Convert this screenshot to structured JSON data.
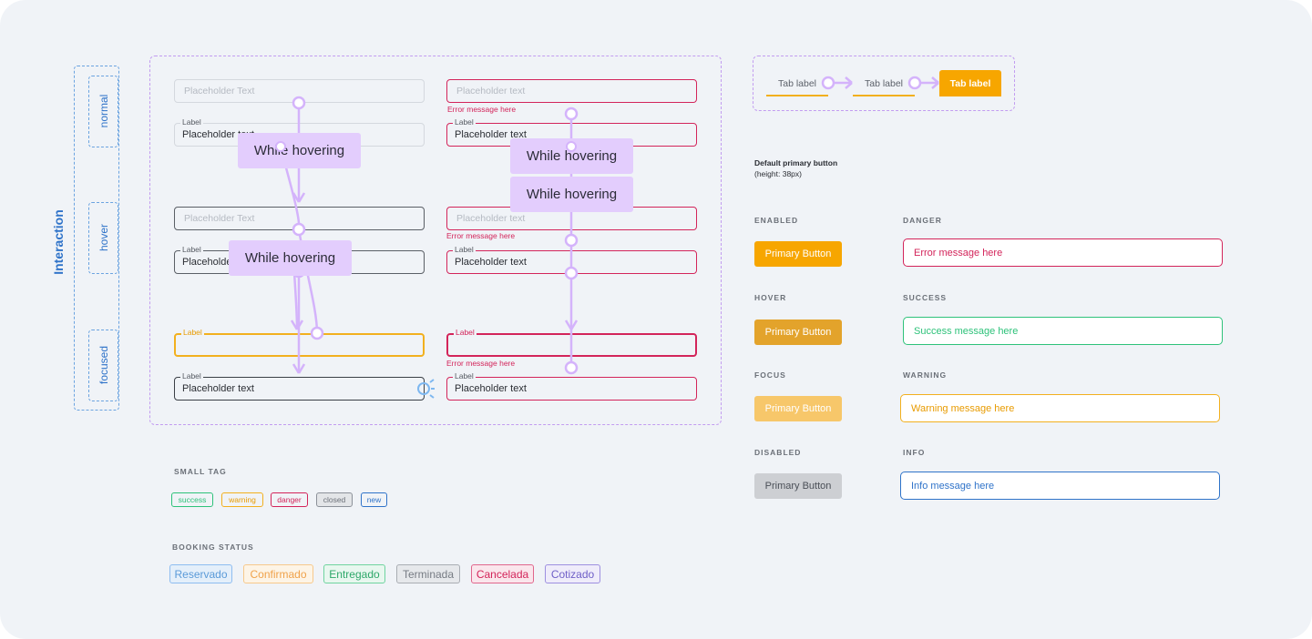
{
  "colors": {
    "primary": "#f7a600",
    "primary_hover": "#e3a32b",
    "primary_focus": "#f7c76a",
    "disabled": "#cdcfd3",
    "danger": "#d3245a",
    "success": "#2ec27a",
    "warning": "#f2b01e",
    "info": "#2f73c9",
    "annotation": "#c29cf0"
  },
  "interaction": {
    "title": "Interaction",
    "states": [
      "normal",
      "hover",
      "focused"
    ],
    "placeholder_text_cap": "Placeholder Text",
    "placeholder_text": "Placeholder text",
    "label": "Label",
    "error_message": "Error message here",
    "while_hovering": "While hovering"
  },
  "tabs": {
    "tab1": "Tab label",
    "tab2": "Tab label",
    "tab3": "Tab label"
  },
  "buttons": {
    "note_title": "Default primary button",
    "note_sub": "(height: 38px)",
    "enabled_title": "ENABLED",
    "hover_title": "HOVER",
    "focus_title": "FOCUS",
    "disabled_title": "DISABLED",
    "label": "Primary Button"
  },
  "messages": {
    "danger_title": "DANGER",
    "danger_text": "Error message here",
    "success_title": "SUCCESS",
    "success_text": "Success message here",
    "warning_title": "WARNING",
    "warning_text": "Warning message here",
    "info_title": "INFO",
    "info_text": "Info message here"
  },
  "small_tag": {
    "title": "SMALL TAG",
    "items": [
      "success",
      "warning",
      "danger",
      "closed",
      "new"
    ]
  },
  "booking_status": {
    "title": "BOOKING STATUS",
    "items": [
      "Reservado",
      "Confirmado",
      "Entregado",
      "Terminada",
      "Cancelada",
      "Cotizado"
    ]
  }
}
